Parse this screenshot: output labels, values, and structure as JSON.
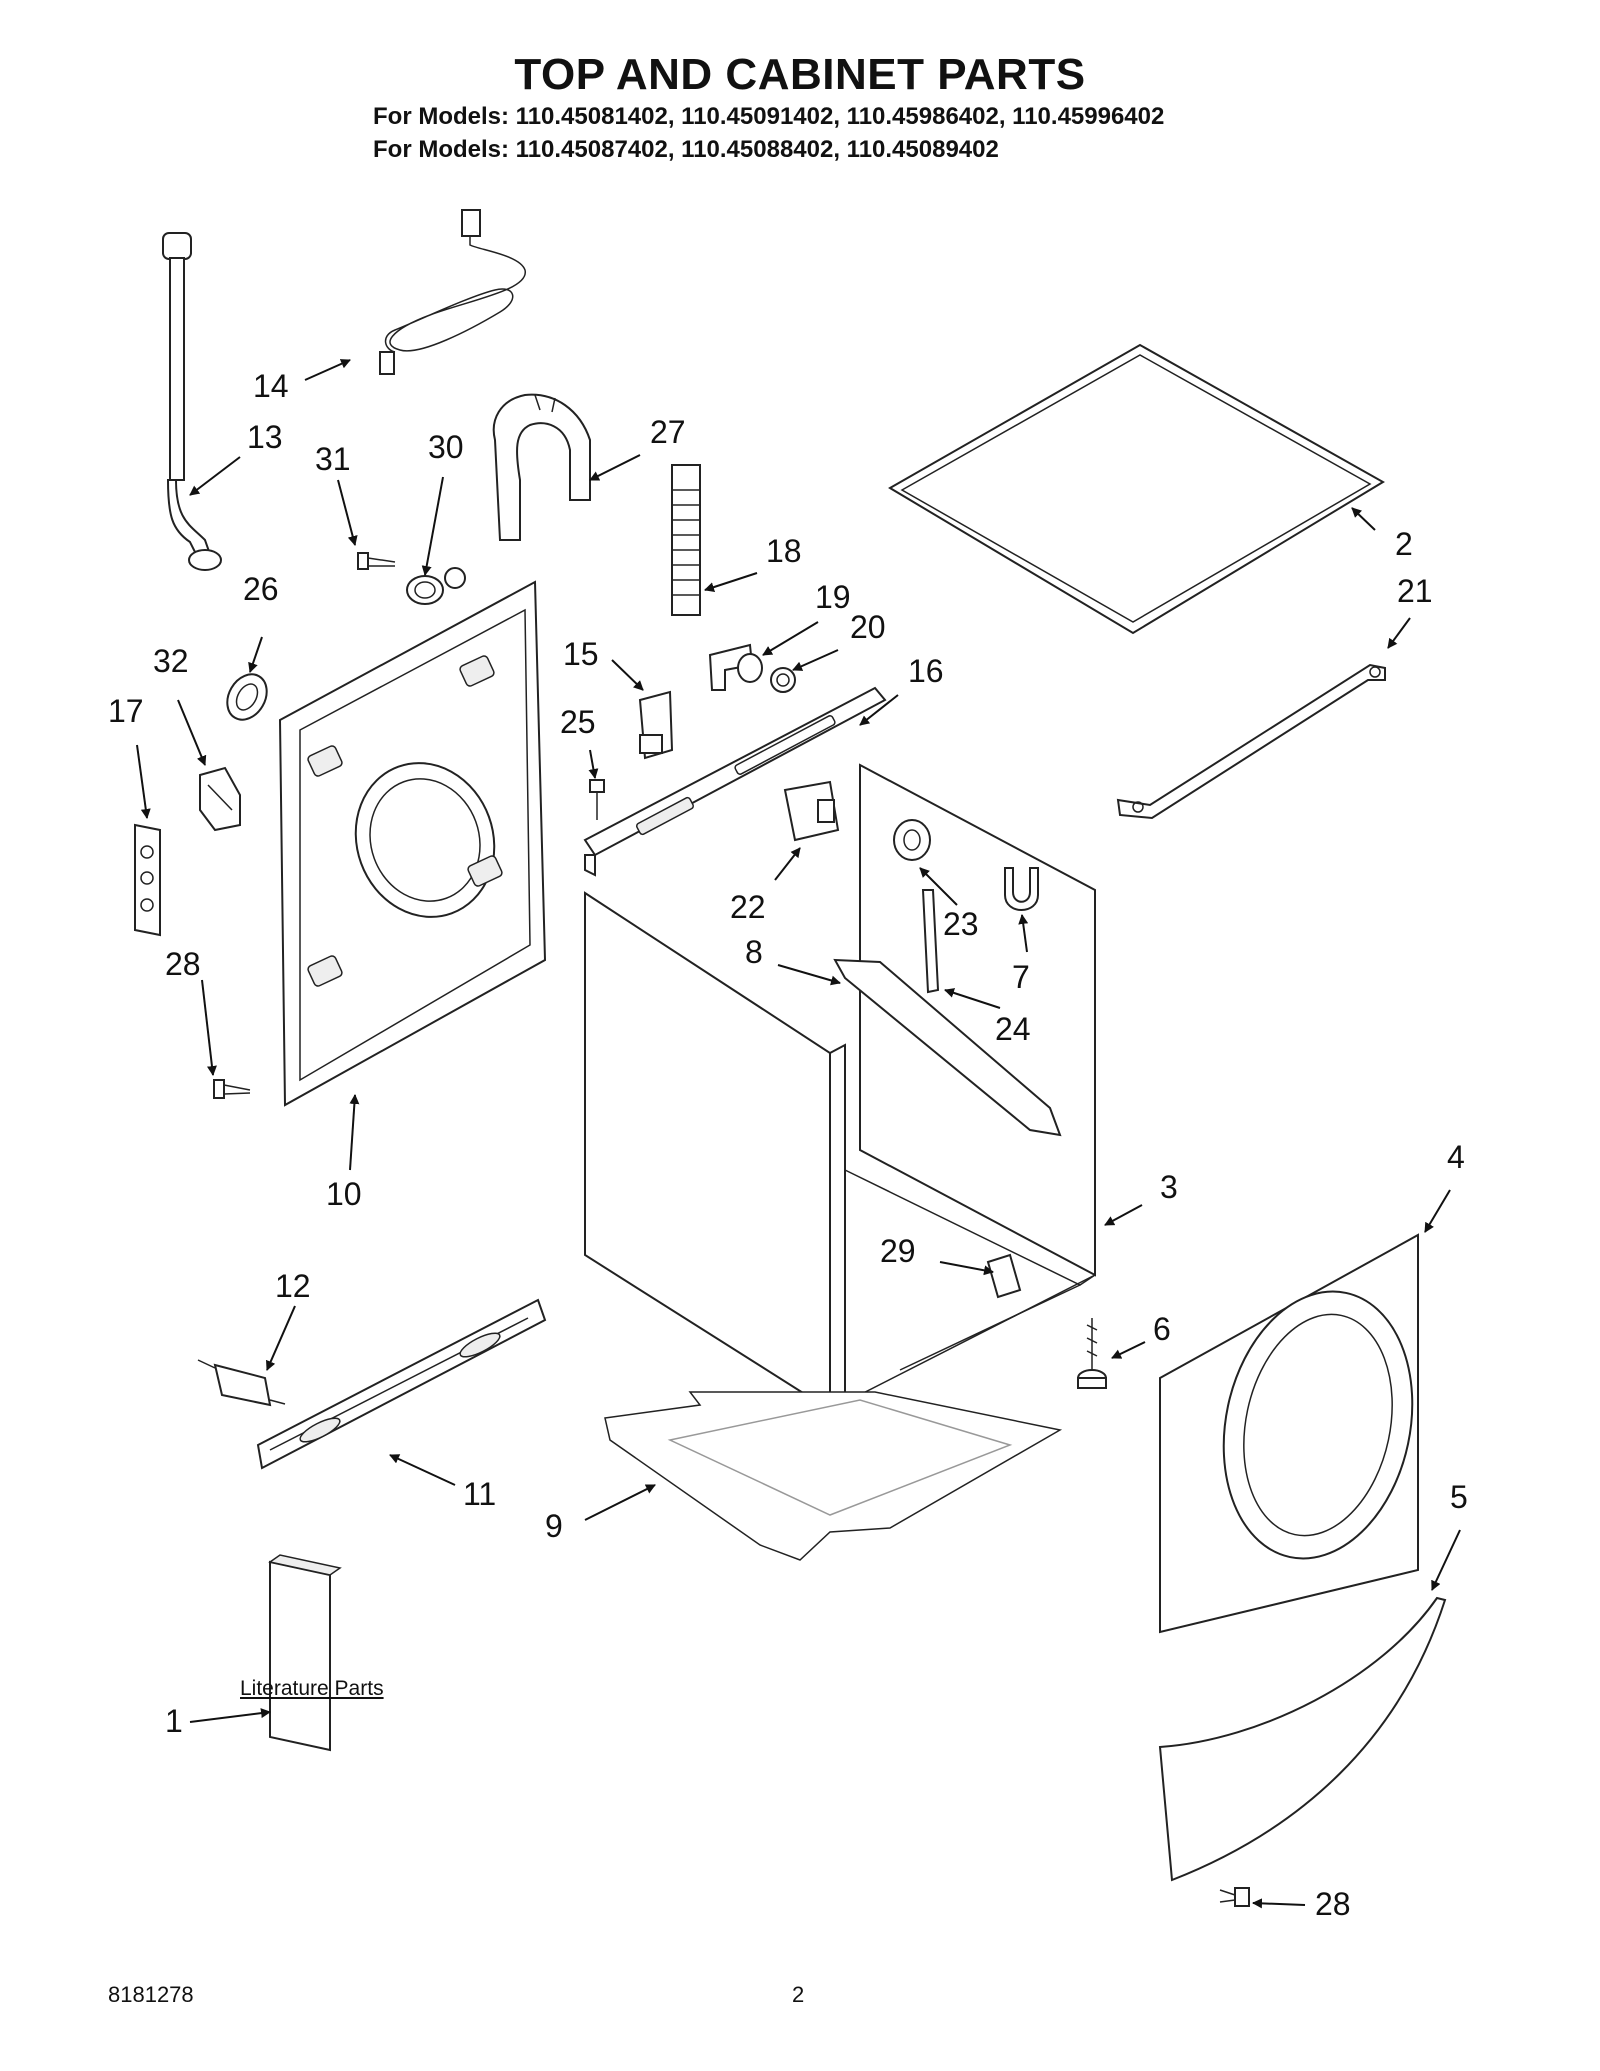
{
  "title": "TOP AND CABINET PARTS",
  "models_line_1": "For Models: 110.45081402, 110.45091402, 110.45986402, 110.45996402",
  "models_line_2": "For Models: 110.45087402, 110.45088402, 110.45089402",
  "literature_label": "Literature Parts",
  "footer_doc_number": "8181278",
  "footer_page": "2",
  "callouts": {
    "c1": "1",
    "c2": "2",
    "c3": "3",
    "c4": "4",
    "c5": "5",
    "c6": "6",
    "c7": "7",
    "c8": "8",
    "c9": "9",
    "c10": "10",
    "c11": "11",
    "c12": "12",
    "c13": "13",
    "c14": "14",
    "c15": "15",
    "c16": "16",
    "c17": "17",
    "c18": "18",
    "c19": "19",
    "c20": "20",
    "c21": "21",
    "c22": "22",
    "c23": "23",
    "c24": "24",
    "c25": "25",
    "c26": "26",
    "c27": "27",
    "c28a": "28",
    "c28b": "28",
    "c29": "29",
    "c30": "30",
    "c31": "31",
    "c32": "32"
  }
}
